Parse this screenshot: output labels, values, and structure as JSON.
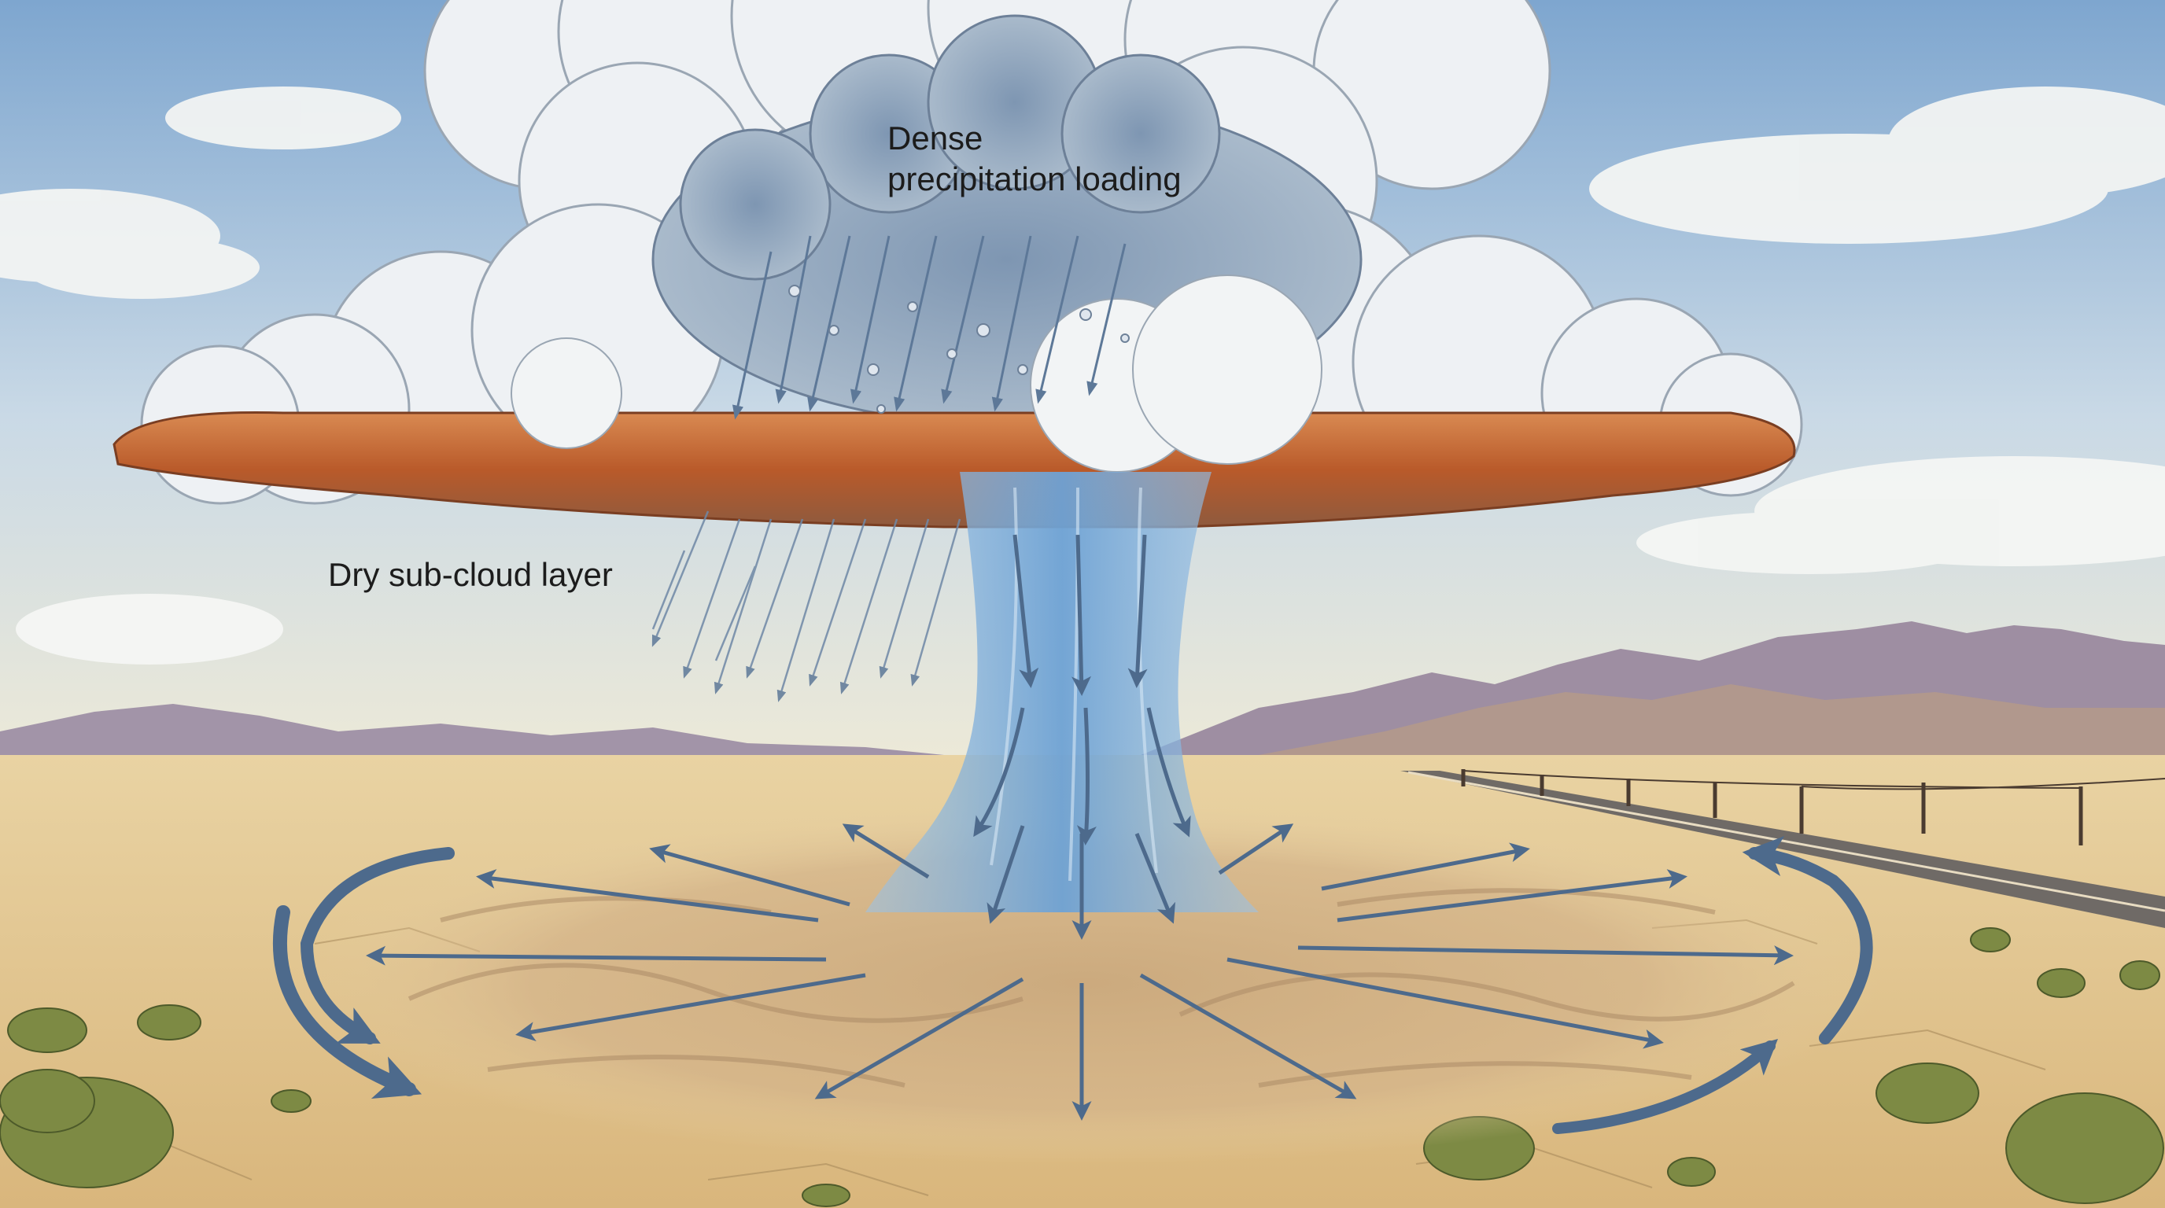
{
  "labels": {
    "top_line1": "Dense",
    "top_line2": "precipitation loading",
    "left": "Dry sub-cloud layer"
  },
  "colors": {
    "sky_top": "#7ea6cf",
    "sky_bottom": "#e8ecdc",
    "cloud": "#f2f4f6",
    "cloud_shadow": "#b9c4d0",
    "core_cloud": "#8fa5bc",
    "cloud_base": "#c2652f",
    "shaft": "#7fb1de",
    "arrow": "#4d6a8c",
    "ground": "#e3c995",
    "dust": "#c9ab83",
    "mountains": "#9b8aa0"
  },
  "icons": {
    "downdraft_arrow": "arrow-down-icon",
    "outflow_arrow": "arrow-outward-icon",
    "curl_arrow": "curved-arrow-icon",
    "shrub": "shrub-icon",
    "power_pole": "power-pole-icon"
  }
}
